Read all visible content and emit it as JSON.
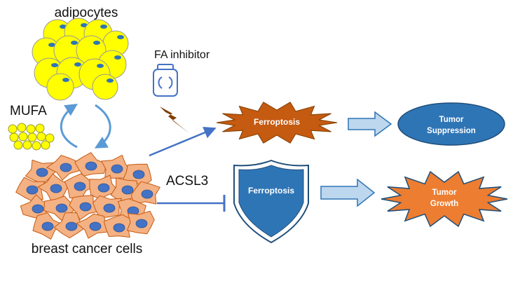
{
  "labels": {
    "adipocytes": "adipocytes",
    "fa_inhibitor": "FA inhibitor",
    "mufa": "MUFA",
    "acsl3": "ACSL3",
    "breast_cancer_cells": "breast cancer cells"
  },
  "nodes": {
    "ferroptosis_top": "Ferroptosis",
    "ferroptosis_shield": "Ferroptosis",
    "tumor_suppression": [
      "Tumor",
      "Suppression"
    ],
    "tumor_growth": [
      "Tumor",
      "Growth"
    ]
  },
  "colors": {
    "fat_cell": "#ffff00",
    "fat_nucleus": "#2e75b6",
    "ferroptosis_burst": "#c55a11",
    "tumor_suppression": "#2e75b6",
    "shield": "#1f4e79",
    "tumor_growth": "#ed7d31",
    "cancer_cell": "#f4b183",
    "cancer_nucleus": "#4472c4",
    "arrow_line": "#4472c4",
    "block_arrow": "#bdd7ee",
    "lightning": "#7f3f00"
  },
  "icons": [
    "medicine-bottle-icon",
    "lightning-icon"
  ]
}
